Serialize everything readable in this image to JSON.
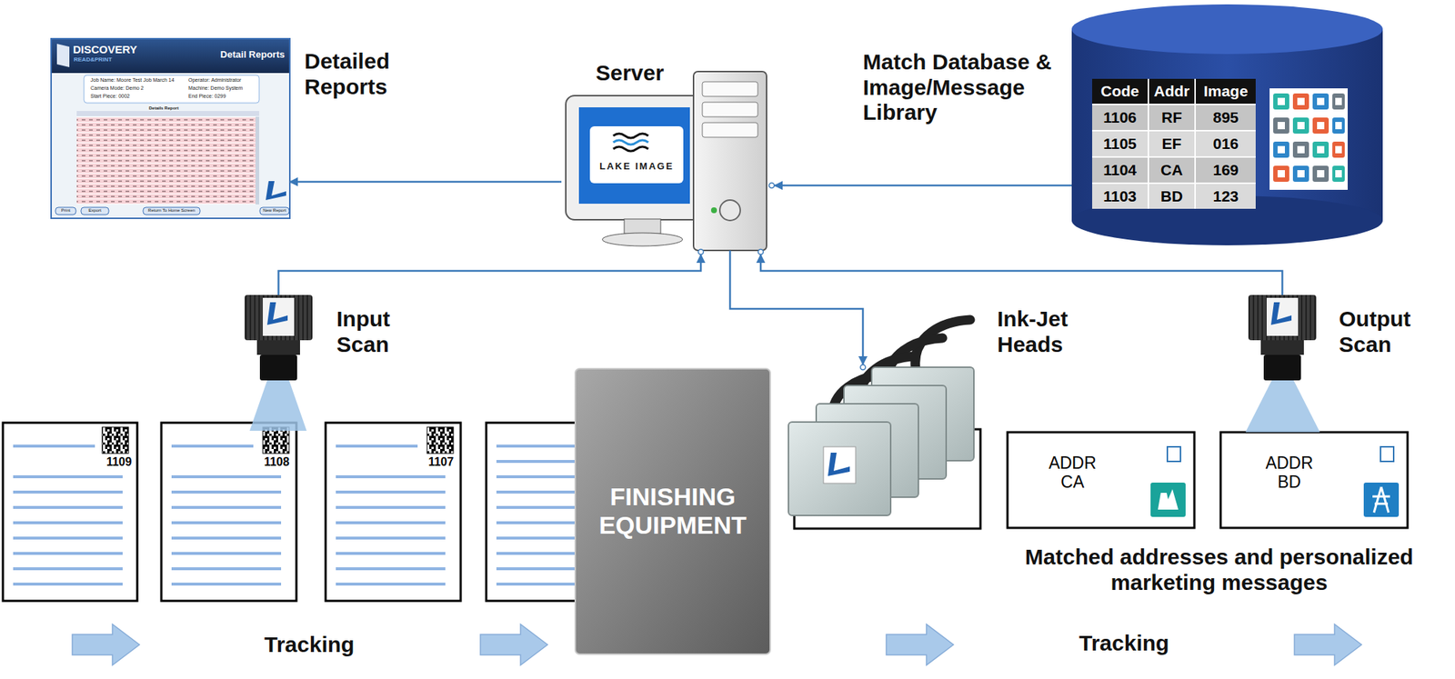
{
  "diagram": {
    "nodes": [
      {
        "text": [
          "Detailed Reports"
        ]
      },
      {
        "text": [
          "Server",
          "LAKE IMAGE"
        ]
      },
      {
        "text": [
          "Match Database & Image/Message Library"
        ]
      },
      {
        "text": [
          "Input Scan"
        ]
      },
      {
        "text": [
          "Ink-Jet Heads"
        ]
      },
      {
        "text": [
          "Output Scan"
        ]
      },
      {
        "text": [
          "1109"
        ]
      },
      {
        "text": [
          "1108"
        ]
      },
      {
        "text": [
          "1107"
        ]
      },
      {
        "text": [
          "FINISHING EQUIPMENT"
        ]
      },
      {
        "text": [
          "ADDR CA"
        ]
      },
      {
        "text": [
          "ADDR BD"
        ]
      }
    ],
    "edges": [
      {
        "from": 1,
        "to": 0,
        "arrow": "to"
      },
      {
        "from": 2,
        "to": 1,
        "arrow": "to"
      },
      {
        "from": 3,
        "to": 1,
        "arrow": "to"
      },
      {
        "from": 1,
        "to": 4,
        "arrow": "to"
      },
      {
        "from": 5,
        "to": 1,
        "arrow": "to"
      }
    ],
    "labels": [
      "DISCOVERY",
      "READ&PRINT",
      "Detail Reports",
      "Job Name: Moore Test Job March 14",
      "Operator: Administrator",
      "Camera Mode: Demo 2",
      "Machine: Demo System",
      "Start Piece: 0002",
      "End Piece: 0299",
      "Details Report",
      "Print",
      "Export",
      "Return To Home Screen",
      "New Report",
      "Code",
      "Addr",
      "Image",
      "1106",
      "RF",
      "895",
      "1105",
      "EF",
      "016",
      "1104",
      "CA",
      "169",
      "1103",
      "BD",
      "123",
      "Tracking",
      "Tracking",
      "Matched addresses and personalized marketing messages"
    ]
  }
}
